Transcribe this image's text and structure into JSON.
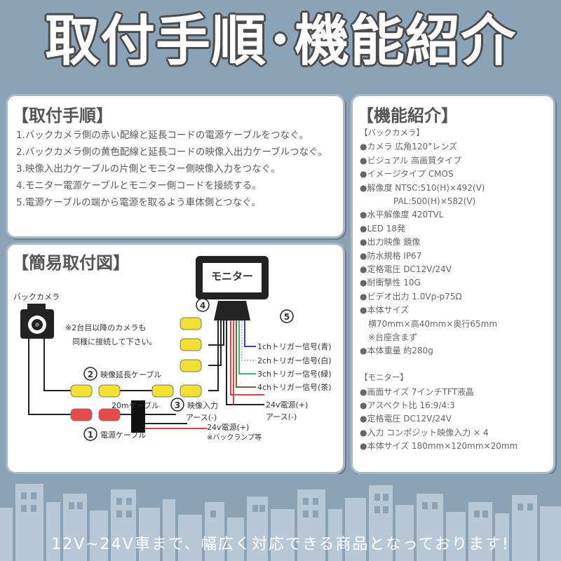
{
  "title": "取付手順･機能紹介",
  "steps": {
    "heading": "【取付手順】",
    "items": [
      "1.バックカメラ側の赤い配線と延長コードの電源ケーブルをつなぐ。",
      "2.バックカメラ側の黄色配線と延長コードの映像入出力ケーブルつなぐ。",
      "3.映像入出力ケーブルの片側とモニター側映像入力をつなぐ。",
      "4.モニター電源ケーブルとモニター側コードを接続する。",
      "5.電源ケーブルの端から電源を取るよう車体側とつなぐ。"
    ]
  },
  "diagram": {
    "heading": "【簡易取付図】",
    "camera_label": "バックカメラ",
    "note_line1": "※2台目以降のカメラも",
    "note_line2": "同様に接続して下さい。",
    "monitor_label": "モニター",
    "num1": "1",
    "num2": "2",
    "num3": "3",
    "num4": "4",
    "num5": "5",
    "ext_cable": "映像延長ケーブル",
    "cable20m": "20mケーブル",
    "video_in": "映像入力",
    "earth1": "アース(-)",
    "power1": "24v電源(+)",
    "backlamp": "※バックランプ等",
    "power_cable": "電源ケーブル",
    "trig1": "1chトリガー信号(青)",
    "trig2": "2chトリガー信号(白)",
    "trig3": "3chトリガー信号(緑)",
    "trig4": "4chトリガー信号(茶)",
    "power2": "24v電源(+)",
    "earth2": "アース(-)"
  },
  "features": {
    "heading": "【機能紹介】",
    "items": [
      {
        "text": "【バックカメラ】",
        "head": true
      },
      {
        "text": "●カメラ 広角120°レンズ"
      },
      {
        "text": "●ビジュアル 高画質タイプ"
      },
      {
        "text": "●イメージタイプ CMOS"
      },
      {
        "text": "●解像度 NTSC:510(H)×492(V)"
      },
      {
        "text": "　　　　PAL:500(H)×582(V)"
      },
      {
        "text": "●水平解像度 420TVL"
      },
      {
        "text": "●LED 18発"
      },
      {
        "text": "●出力映像 鏡像"
      },
      {
        "text": "●防水規格 IP67"
      },
      {
        "text": "●定格電圧 DC12V/24V"
      },
      {
        "text": "●耐衝撃性 10G"
      },
      {
        "text": "●ビデオ出力 1.0Vp-p75Ω"
      },
      {
        "text": "●本体サイズ"
      },
      {
        "text": "　横70mm×高40mm×奥行65mm"
      },
      {
        "text": "　※台座含まず"
      },
      {
        "text": "●本体重量 約280g"
      },
      {
        "text": ""
      },
      {
        "text": "【モニター】",
        "head": true
      },
      {
        "text": "●画面サイズ 7インチTFT液晶"
      },
      {
        "text": "●アスペクト比 16:9/4:3"
      },
      {
        "text": "●定格電圧 DC12V/24V"
      },
      {
        "text": "●入力 コンポジット映像入力 × 4"
      },
      {
        "text": "●本体サイズ 180mm×120mm×20mm"
      }
    ]
  },
  "bottom_text": "12V~24V車まで、幅広く対応できる商品となっております!",
  "colors": {
    "background": "#8aa3b7",
    "panel_border": "#a8b8c6",
    "building": "#b7c8d6",
    "yellow_plug": "#f2e12e",
    "red_plug": "#e84a4a",
    "wire_blue": "#3b3bd6",
    "wire_green": "#34c06a",
    "wire_brown": "#8a5a2b",
    "wire_red": "#e84040"
  }
}
